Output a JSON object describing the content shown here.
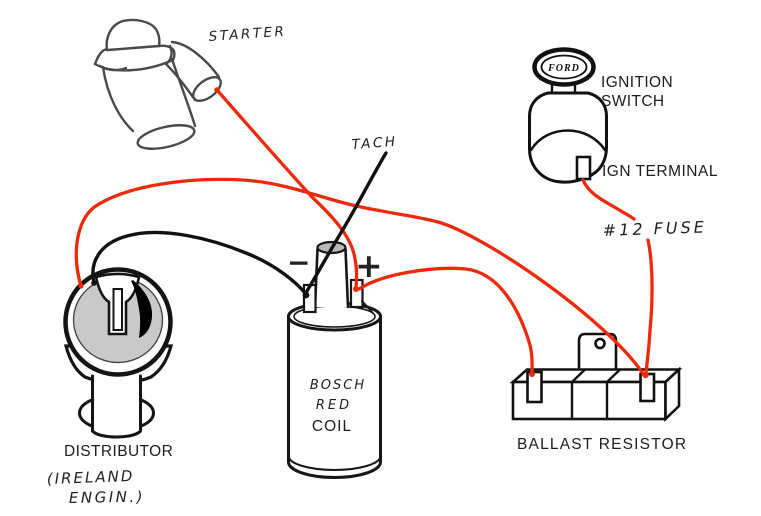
{
  "colors": {
    "power_wire": "#ee2a0c",
    "ground_wire": "#111111",
    "sketch_ink": "#4a4a4a",
    "component_ink": "#141414",
    "distributor_cap_fill": "#c9c9c9"
  },
  "components": {
    "starter": {
      "label": "STARTER"
    },
    "tach": {
      "label": "TACH"
    },
    "ignition_switch": {
      "label_line1": "IGNITION",
      "label_line2": "SWITCH",
      "key_brand": "FORD",
      "terminal_label": "IGN TERMINAL"
    },
    "fuse": {
      "label": "#12 FUSE"
    },
    "coil": {
      "brand": "BOSCH",
      "series": "RED",
      "label": "COIL",
      "negative_mark": "−",
      "positive_mark": "+"
    },
    "distributor": {
      "label": "DISTRIBUTOR",
      "note_line1": "(IRELAND",
      "note_line2": "ENGIN.)"
    },
    "ballast_resistor": {
      "label": "BALLAST RESISTOR"
    }
  },
  "wires": [
    {
      "from": "starter solenoid",
      "to": "coil + terminal",
      "color": "red"
    },
    {
      "from": "distributor",
      "to": "ballast resistor right terminal",
      "color": "red"
    },
    {
      "from": "coil + terminal",
      "to": "ballast resistor left terminal",
      "color": "red"
    },
    {
      "from": "ignition switch IGN terminal",
      "to": "ballast resistor right terminal",
      "color": "red",
      "note": "#12 FUSE"
    },
    {
      "from": "distributor",
      "to": "coil − terminal",
      "color": "black"
    },
    {
      "from": "coil − terminal",
      "to": "TACH",
      "color": "black"
    }
  ]
}
